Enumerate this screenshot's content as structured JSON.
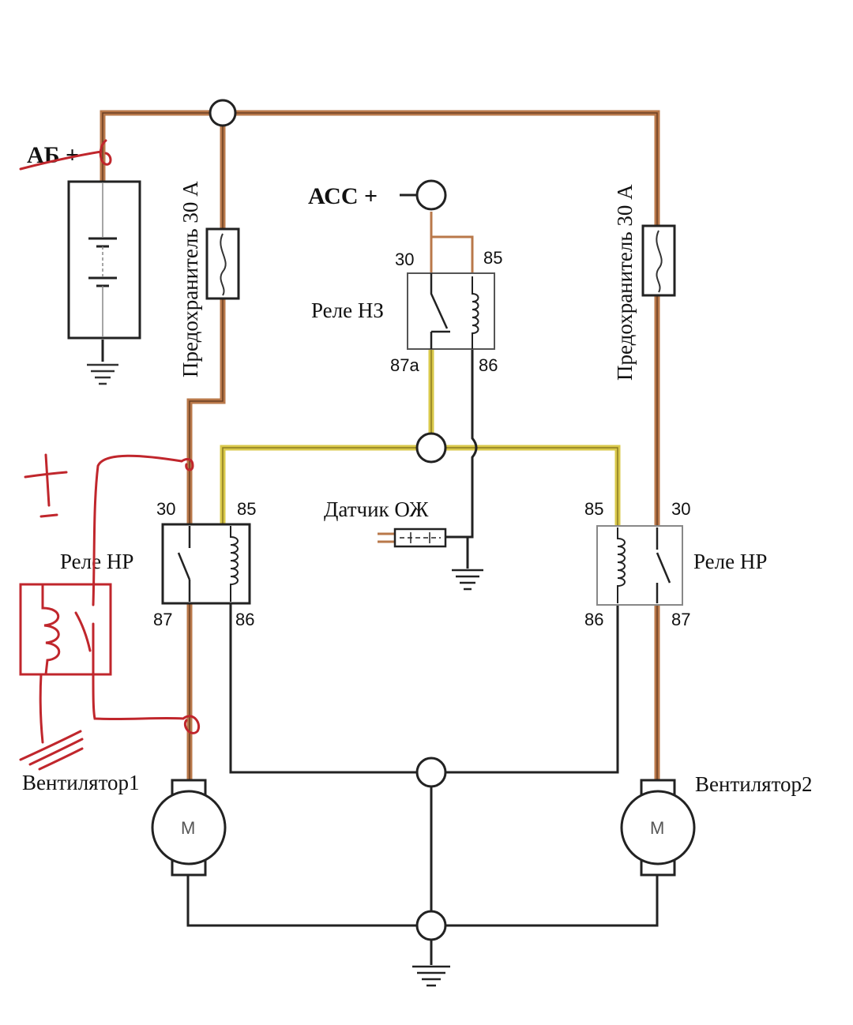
{
  "labels": {
    "battery": "АБ +",
    "acc": "АСС +",
    "fuse_left": "Предохранитель 30 А",
    "fuse_right": "Предохранитель 30 А",
    "relay_nc": "Реле НЗ",
    "relay_left": "Реле НР",
    "relay_right": "Реле НР",
    "sensor": "Датчик ОЖ",
    "fan1": "Вентилятор1",
    "fan2": "Вентилятор2",
    "motor_symbol": "M"
  },
  "pins": {
    "nc_30": "30",
    "nc_85": "85",
    "nc_87a": "87a",
    "nc_86": "86",
    "left_30": "30",
    "left_85": "85",
    "left_87": "87",
    "left_86": "86",
    "right_85": "85",
    "right_30": "30",
    "right_86": "86",
    "right_87": "87"
  },
  "colors": {
    "power_wire": "#b9784a",
    "signal_wire": "#d9c84a",
    "ground_wire": "#222222",
    "annotation": "#c0262c"
  }
}
